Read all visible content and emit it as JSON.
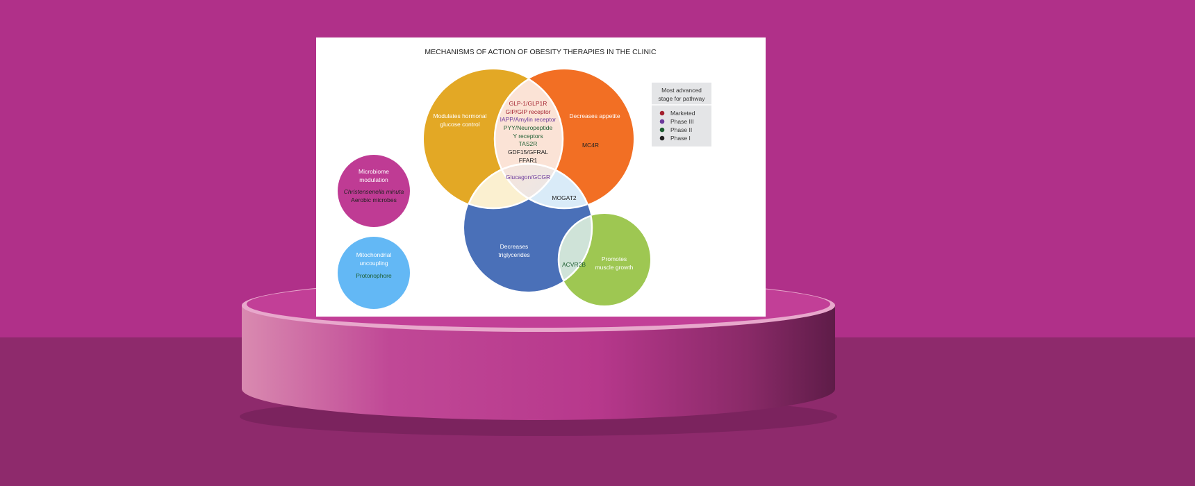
{
  "title": "MECHANISMS OF ACTION OF OBESITY THERAPIES IN THE CLINIC",
  "colors": {
    "marketed": "#a3202e",
    "phase3": "#6c3a9c",
    "phase2": "#1e5e32",
    "phase1": "#222222",
    "gold": "#e3a825",
    "orange": "#f26f24",
    "blue": "#4a70b8",
    "green": "#9ec752",
    "magenta": "#bf3b94",
    "lightblue": "#63b8f5"
  },
  "legend": {
    "title_line1": "Most advanced",
    "title_line2": "stage for pathway",
    "items": [
      {
        "label": "Marketed"
      },
      {
        "label": "Phase III"
      },
      {
        "label": "Phase II"
      },
      {
        "label": "Phase I"
      }
    ]
  },
  "sets": {
    "hormonal": {
      "line1": "Modulates hormonal",
      "line2": "glucose control"
    },
    "appetite": {
      "label": "Decreases appetite",
      "item": "MC4R"
    },
    "triglycerides": {
      "line1": "Decreases",
      "line2": "triglycerides"
    },
    "muscle": {
      "line1": "Promotes",
      "line2": "muscle growth"
    },
    "microbiome": {
      "line1": "Microbiome",
      "line2": "modulation",
      "item1": "Christensenella minuta",
      "item2": "Aerobic microbes"
    },
    "mitochondrial": {
      "line1": "Mitochondrial",
      "line2": "uncoupling",
      "item": "Protonophore"
    }
  },
  "intersections": {
    "hormonal_appetite": [
      "GLP-1/GLP1R",
      "GIP/GIP receptor",
      "IAPP/Amylin receptor",
      "PYY/Neuropeptide",
      "Y receptors",
      "TAS2R",
      "GDF15/GFRAL",
      "FFAR1"
    ],
    "all_three": "Glucagon/GCGR",
    "appetite_triglycerides": "MOGAT2",
    "triglycerides_muscle": "ACVR2B"
  }
}
